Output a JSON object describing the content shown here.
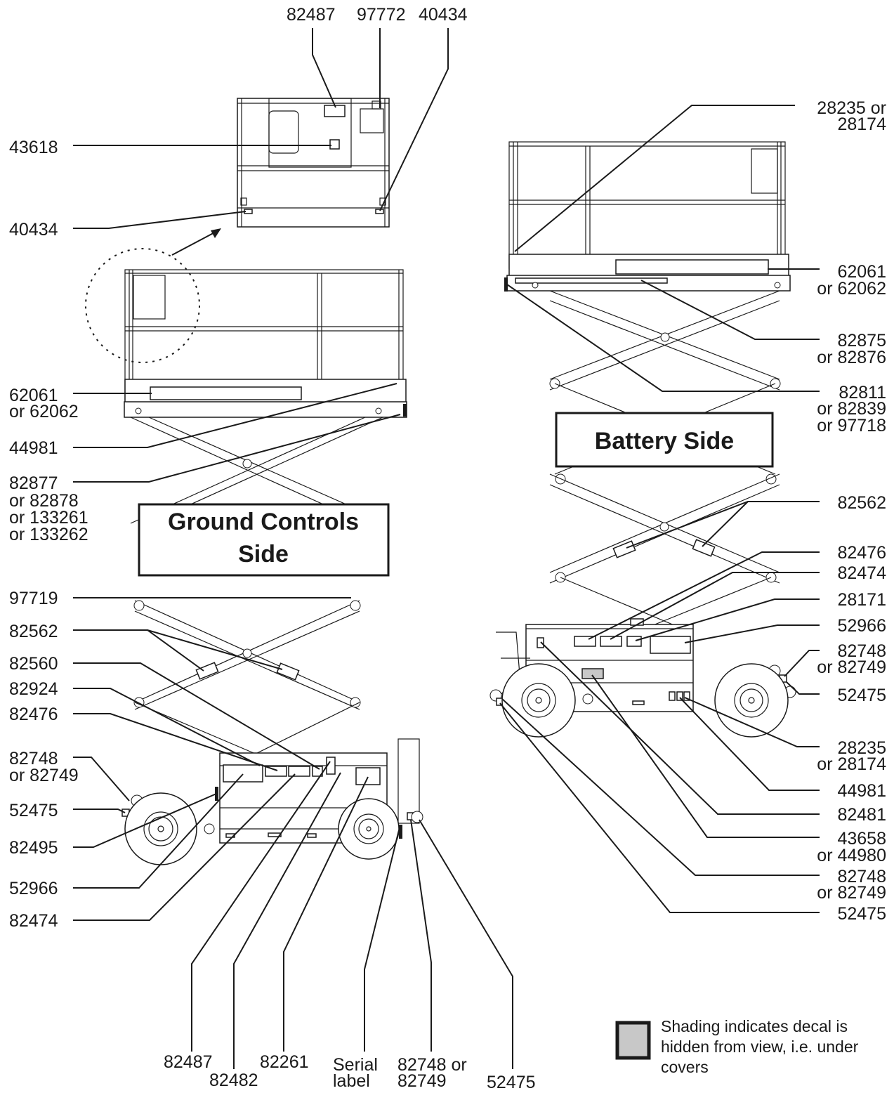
{
  "top_view": {
    "labels": [
      "82487",
      "97772",
      "40434",
      "43618",
      "40434"
    ]
  },
  "ground_controls_side": {
    "title_line1": "Ground  Controls",
    "title_line2": "Side",
    "left_labels": [
      "62061",
      "or 62062",
      "44981",
      "82877",
      "or 82878",
      "or 133261",
      "or 133262",
      "97719",
      "82562",
      "82560",
      "82924",
      "82476",
      "82748",
      "or 82749",
      "52475",
      "82495",
      "52966",
      "82474"
    ],
    "bottom_labels": [
      "82487",
      "82482",
      "82261",
      "Serial",
      "label",
      "82748 or",
      "82749",
      "52475"
    ]
  },
  "battery_side": {
    "title": "Battery  Side",
    "right_labels": [
      "28235 or",
      "28174",
      "62061",
      "or 62062",
      "82875",
      "or 82876",
      "82811",
      "or 82839",
      "or 97718",
      "82562",
      "82476",
      "82474",
      "28171",
      "52966",
      "82748",
      "or 82749",
      "52475",
      "28235",
      "or 28174",
      "44981",
      "82481",
      "43658",
      "or 44980",
      "82748",
      "or 82749",
      "52475"
    ]
  },
  "legend": {
    "line1": "Shading indicates decal is",
    "line2": "hidden from view, i.e. under",
    "line3": "covers",
    "swatch_color": "#c8c8c8"
  }
}
